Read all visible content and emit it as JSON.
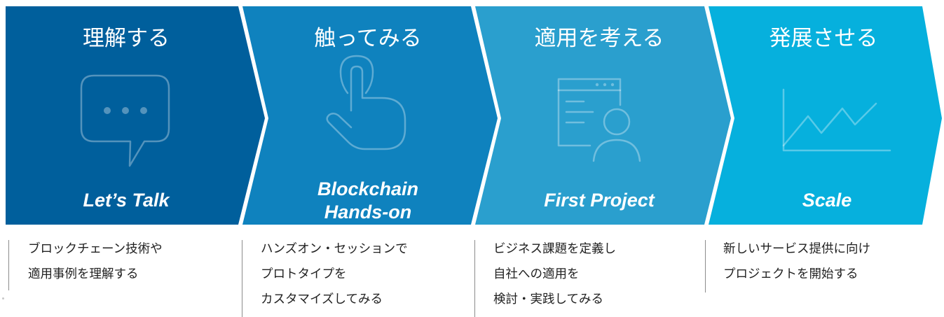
{
  "colors": {
    "stage1": "#005f9c",
    "stage2": "#0f82be",
    "stage3": "#2a9fce",
    "stage4": "#06b0dd",
    "icon_stroke": "rgba(255,255,255,0.33)",
    "separator": "#ffffff",
    "desc_text": "#222222",
    "divider": "#8c8c8c"
  },
  "stages": [
    {
      "title": "理解する",
      "english": [
        "Let’s Talk"
      ],
      "icon": "chat-bubble-icon",
      "description": [
        "ブロックチェーン技術や",
        "適用事例を理解する"
      ]
    },
    {
      "title": "触ってみる",
      "english": [
        "Blockchain",
        "Hands-on"
      ],
      "icon": "hand-pointer-icon",
      "description": [
        "ハンズオン・セッションで",
        "プロトタイプを",
        "カスタマイズしてみる"
      ]
    },
    {
      "title": "適用を考える",
      "english": [
        "First Project"
      ],
      "icon": "document-user-icon",
      "description": [
        "ビジネス課題を定義し",
        "自社への適用を",
        "検討・実践してみる"
      ]
    },
    {
      "title": "発展させる",
      "english": [
        "Scale"
      ],
      "icon": "line-chart-icon",
      "description": [
        "新しいサービス提供に向け",
        "プロジェクトを開始する"
      ]
    }
  ]
}
